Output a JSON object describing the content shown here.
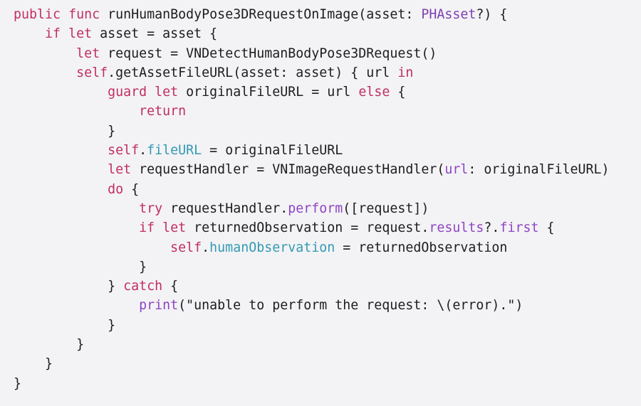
{
  "colors": {
    "background": "#f3f3f5",
    "keyword": "#c22d63",
    "type": "#7d3fb0",
    "method": "#8e44c4",
    "property": "#3399b3",
    "text": "#1d1d1f"
  },
  "code": {
    "language": "swift",
    "lines": [
      {
        "indent": 0,
        "tokens": [
          {
            "t": "kw",
            "v": "public"
          },
          {
            "t": "plain",
            "v": " "
          },
          {
            "t": "kw",
            "v": "func"
          },
          {
            "t": "plain",
            "v": " runHumanBodyPose3DRequestOnImage(asset: "
          },
          {
            "t": "type",
            "v": "PHAsset"
          },
          {
            "t": "plain",
            "v": "?) {"
          }
        ]
      },
      {
        "indent": 1,
        "tokens": [
          {
            "t": "kw",
            "v": "if"
          },
          {
            "t": "plain",
            "v": " "
          },
          {
            "t": "kw",
            "v": "let"
          },
          {
            "t": "plain",
            "v": " asset = asset {"
          }
        ]
      },
      {
        "indent": 2,
        "tokens": [
          {
            "t": "kw",
            "v": "let"
          },
          {
            "t": "plain",
            "v": " request = VNDetectHumanBodyPose3DRequest()"
          }
        ]
      },
      {
        "indent": 2,
        "tokens": [
          {
            "t": "kw",
            "v": "self"
          },
          {
            "t": "plain",
            "v": ".getAssetFileURL(asset: asset) { url "
          },
          {
            "t": "kw",
            "v": "in"
          }
        ]
      },
      {
        "indent": 3,
        "tokens": [
          {
            "t": "kw",
            "v": "guard"
          },
          {
            "t": "plain",
            "v": " "
          },
          {
            "t": "kw",
            "v": "let"
          },
          {
            "t": "plain",
            "v": " originalFileURL = url "
          },
          {
            "t": "kw",
            "v": "else"
          },
          {
            "t": "plain",
            "v": " {"
          }
        ]
      },
      {
        "indent": 4,
        "tokens": [
          {
            "t": "kw",
            "v": "return"
          }
        ]
      },
      {
        "indent": 3,
        "tokens": [
          {
            "t": "plain",
            "v": "}"
          }
        ]
      },
      {
        "indent": 3,
        "tokens": [
          {
            "t": "kw",
            "v": "self"
          },
          {
            "t": "plain",
            "v": "."
          },
          {
            "t": "prop",
            "v": "fileURL"
          },
          {
            "t": "plain",
            "v": " = originalFileURL"
          }
        ]
      },
      {
        "indent": 3,
        "tokens": [
          {
            "t": "kw",
            "v": "let"
          },
          {
            "t": "plain",
            "v": " requestHandler = VNImageRequestHandler("
          },
          {
            "t": "method",
            "v": "url"
          },
          {
            "t": "plain",
            "v": ": originalFileURL)"
          }
        ]
      },
      {
        "indent": 3,
        "tokens": [
          {
            "t": "kw",
            "v": "do"
          },
          {
            "t": "plain",
            "v": " {"
          }
        ]
      },
      {
        "indent": 4,
        "tokens": [
          {
            "t": "kw",
            "v": "try"
          },
          {
            "t": "plain",
            "v": " requestHandler."
          },
          {
            "t": "method",
            "v": "perform"
          },
          {
            "t": "plain",
            "v": "([request])"
          }
        ]
      },
      {
        "indent": 4,
        "tokens": [
          {
            "t": "kw",
            "v": "if"
          },
          {
            "t": "plain",
            "v": " "
          },
          {
            "t": "kw",
            "v": "let"
          },
          {
            "t": "plain",
            "v": " returnedObservation = request."
          },
          {
            "t": "method",
            "v": "results"
          },
          {
            "t": "plain",
            "v": "?."
          },
          {
            "t": "method",
            "v": "first"
          },
          {
            "t": "plain",
            "v": " {"
          }
        ]
      },
      {
        "indent": 5,
        "tokens": [
          {
            "t": "kw",
            "v": "self"
          },
          {
            "t": "plain",
            "v": "."
          },
          {
            "t": "prop",
            "v": "humanObservation"
          },
          {
            "t": "plain",
            "v": " = returnedObservation"
          }
        ]
      },
      {
        "indent": 4,
        "tokens": [
          {
            "t": "plain",
            "v": "}"
          }
        ]
      },
      {
        "indent": 3,
        "tokens": [
          {
            "t": "plain",
            "v": "} "
          },
          {
            "t": "kw",
            "v": "catch"
          },
          {
            "t": "plain",
            "v": " {"
          }
        ]
      },
      {
        "indent": 4,
        "tokens": [
          {
            "t": "method",
            "v": "print"
          },
          {
            "t": "str",
            "v": "(\"unable to perform the request: \\(error).\")"
          }
        ]
      },
      {
        "indent": 3,
        "tokens": [
          {
            "t": "plain",
            "v": "}"
          }
        ]
      },
      {
        "indent": 2,
        "tokens": [
          {
            "t": "plain",
            "v": "}"
          }
        ]
      },
      {
        "indent": 1,
        "tokens": [
          {
            "t": "plain",
            "v": "}"
          }
        ]
      },
      {
        "indent": 0,
        "tokens": [
          {
            "t": "plain",
            "v": "}"
          }
        ]
      }
    ]
  }
}
